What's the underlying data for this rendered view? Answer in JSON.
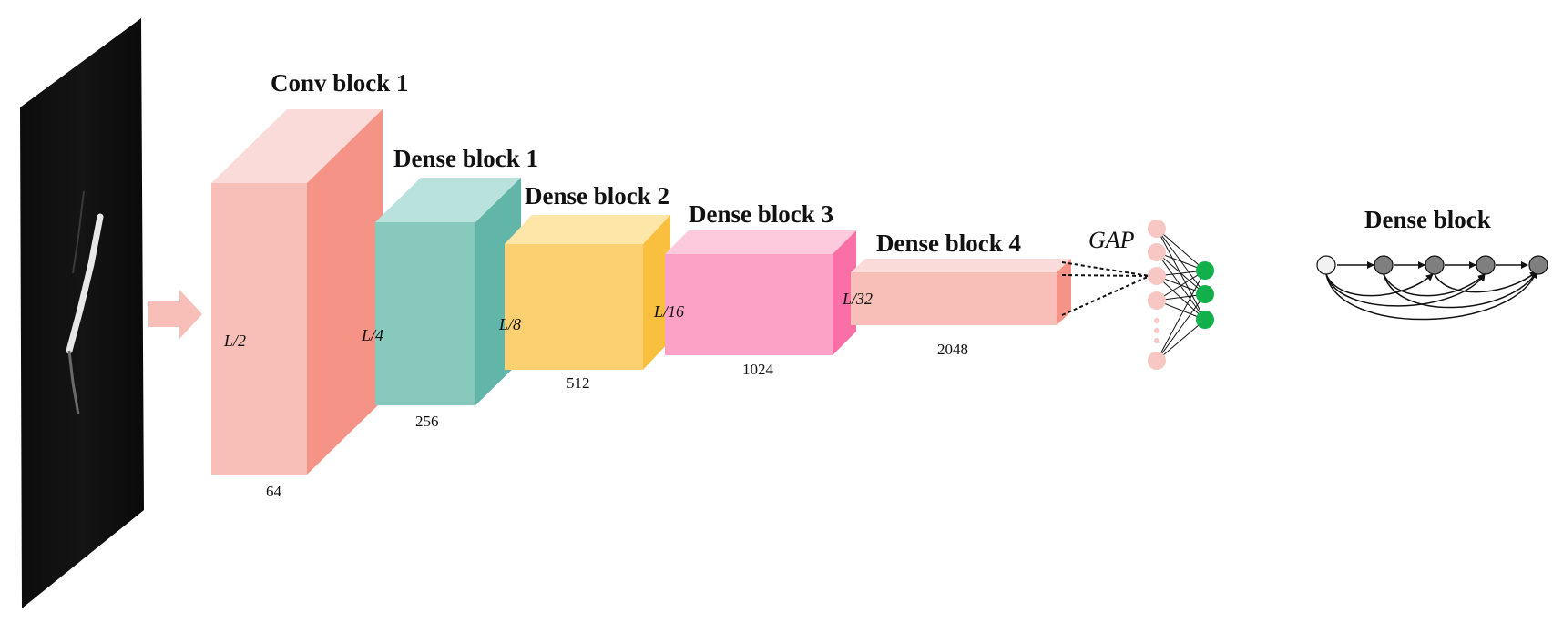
{
  "blocks": [
    {
      "title": "Conv block 1",
      "resolution": "L/2",
      "channels": "64",
      "colors": {
        "front": "#F7BFB8",
        "top": "#FBDADA",
        "side": "#F59486"
      }
    },
    {
      "title": "Dense block 1",
      "resolution": "L/4",
      "channels": "256",
      "colors": {
        "front": "#87C9BD",
        "top": "#B9E2DC",
        "side": "#62B5A9"
      }
    },
    {
      "title": "Dense block 2",
      "resolution": "L/8",
      "channels": "512",
      "colors": {
        "front": "#FCD071",
        "top": "#FDE6A7",
        "side": "#F9BF3E"
      }
    },
    {
      "title": "Dense block 3",
      "resolution": "L/16",
      "channels": "1024",
      "colors": {
        "front": "#FCA2C6",
        "top": "#FCC9DD",
        "side": "#FA6FA6"
      }
    },
    {
      "title": "Dense block 4",
      "resolution": "L/32",
      "channels": "2048",
      "colors": {
        "front": "#F7BFB8",
        "top": "#FBDADA",
        "side": "#F59486"
      }
    }
  ],
  "gap_label": "GAP",
  "dense_block_diagram": {
    "title": "Dense block"
  },
  "colors": {
    "arrow": "#F7BFB8",
    "gap_node": "#F7C7C4",
    "output_node": "#12B04A",
    "dense_first_node": "#F2F2F2",
    "dense_node": "#7F7F7F"
  }
}
